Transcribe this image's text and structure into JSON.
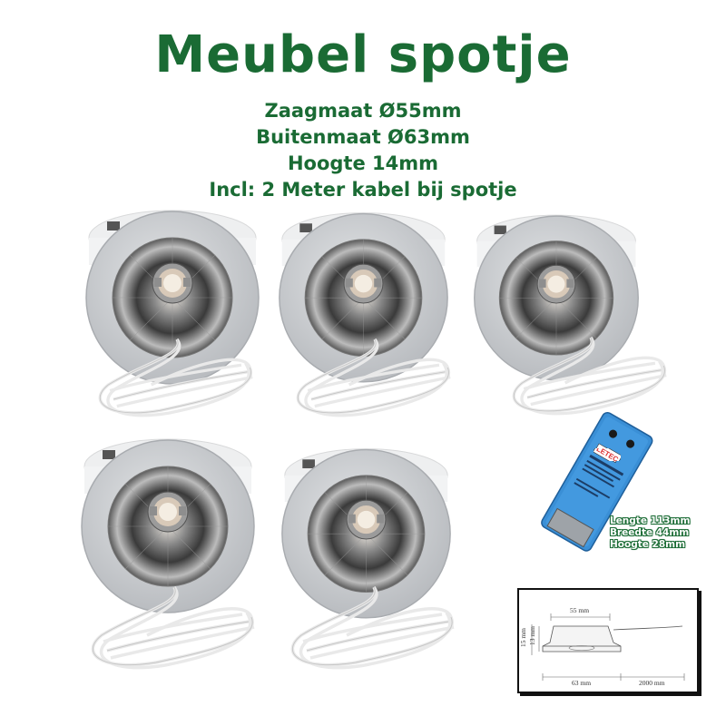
{
  "title": "Meubel spotje",
  "specs": [
    "Zaagmaat Ø55mm",
    "Buitenmaat Ø63mm",
    "Hoogte 14mm",
    "Incl: 2 Meter kabel bij spotje"
  ],
  "driver": {
    "brand": "LETEC",
    "specs": [
      "Lengte 113mm",
      "Breedte 44mm",
      "Hoogte 28mm"
    ]
  },
  "diagram": {
    "width_top": "55 mm",
    "height_outer": "15 mm",
    "height_inner": "13 mm",
    "width_bottom": "63 mm",
    "cable_length": "2000 mm"
  },
  "colors": {
    "heading": "#1a6b34",
    "driver_blue": "#3a8fd6",
    "housing": "#d3d6d9"
  }
}
